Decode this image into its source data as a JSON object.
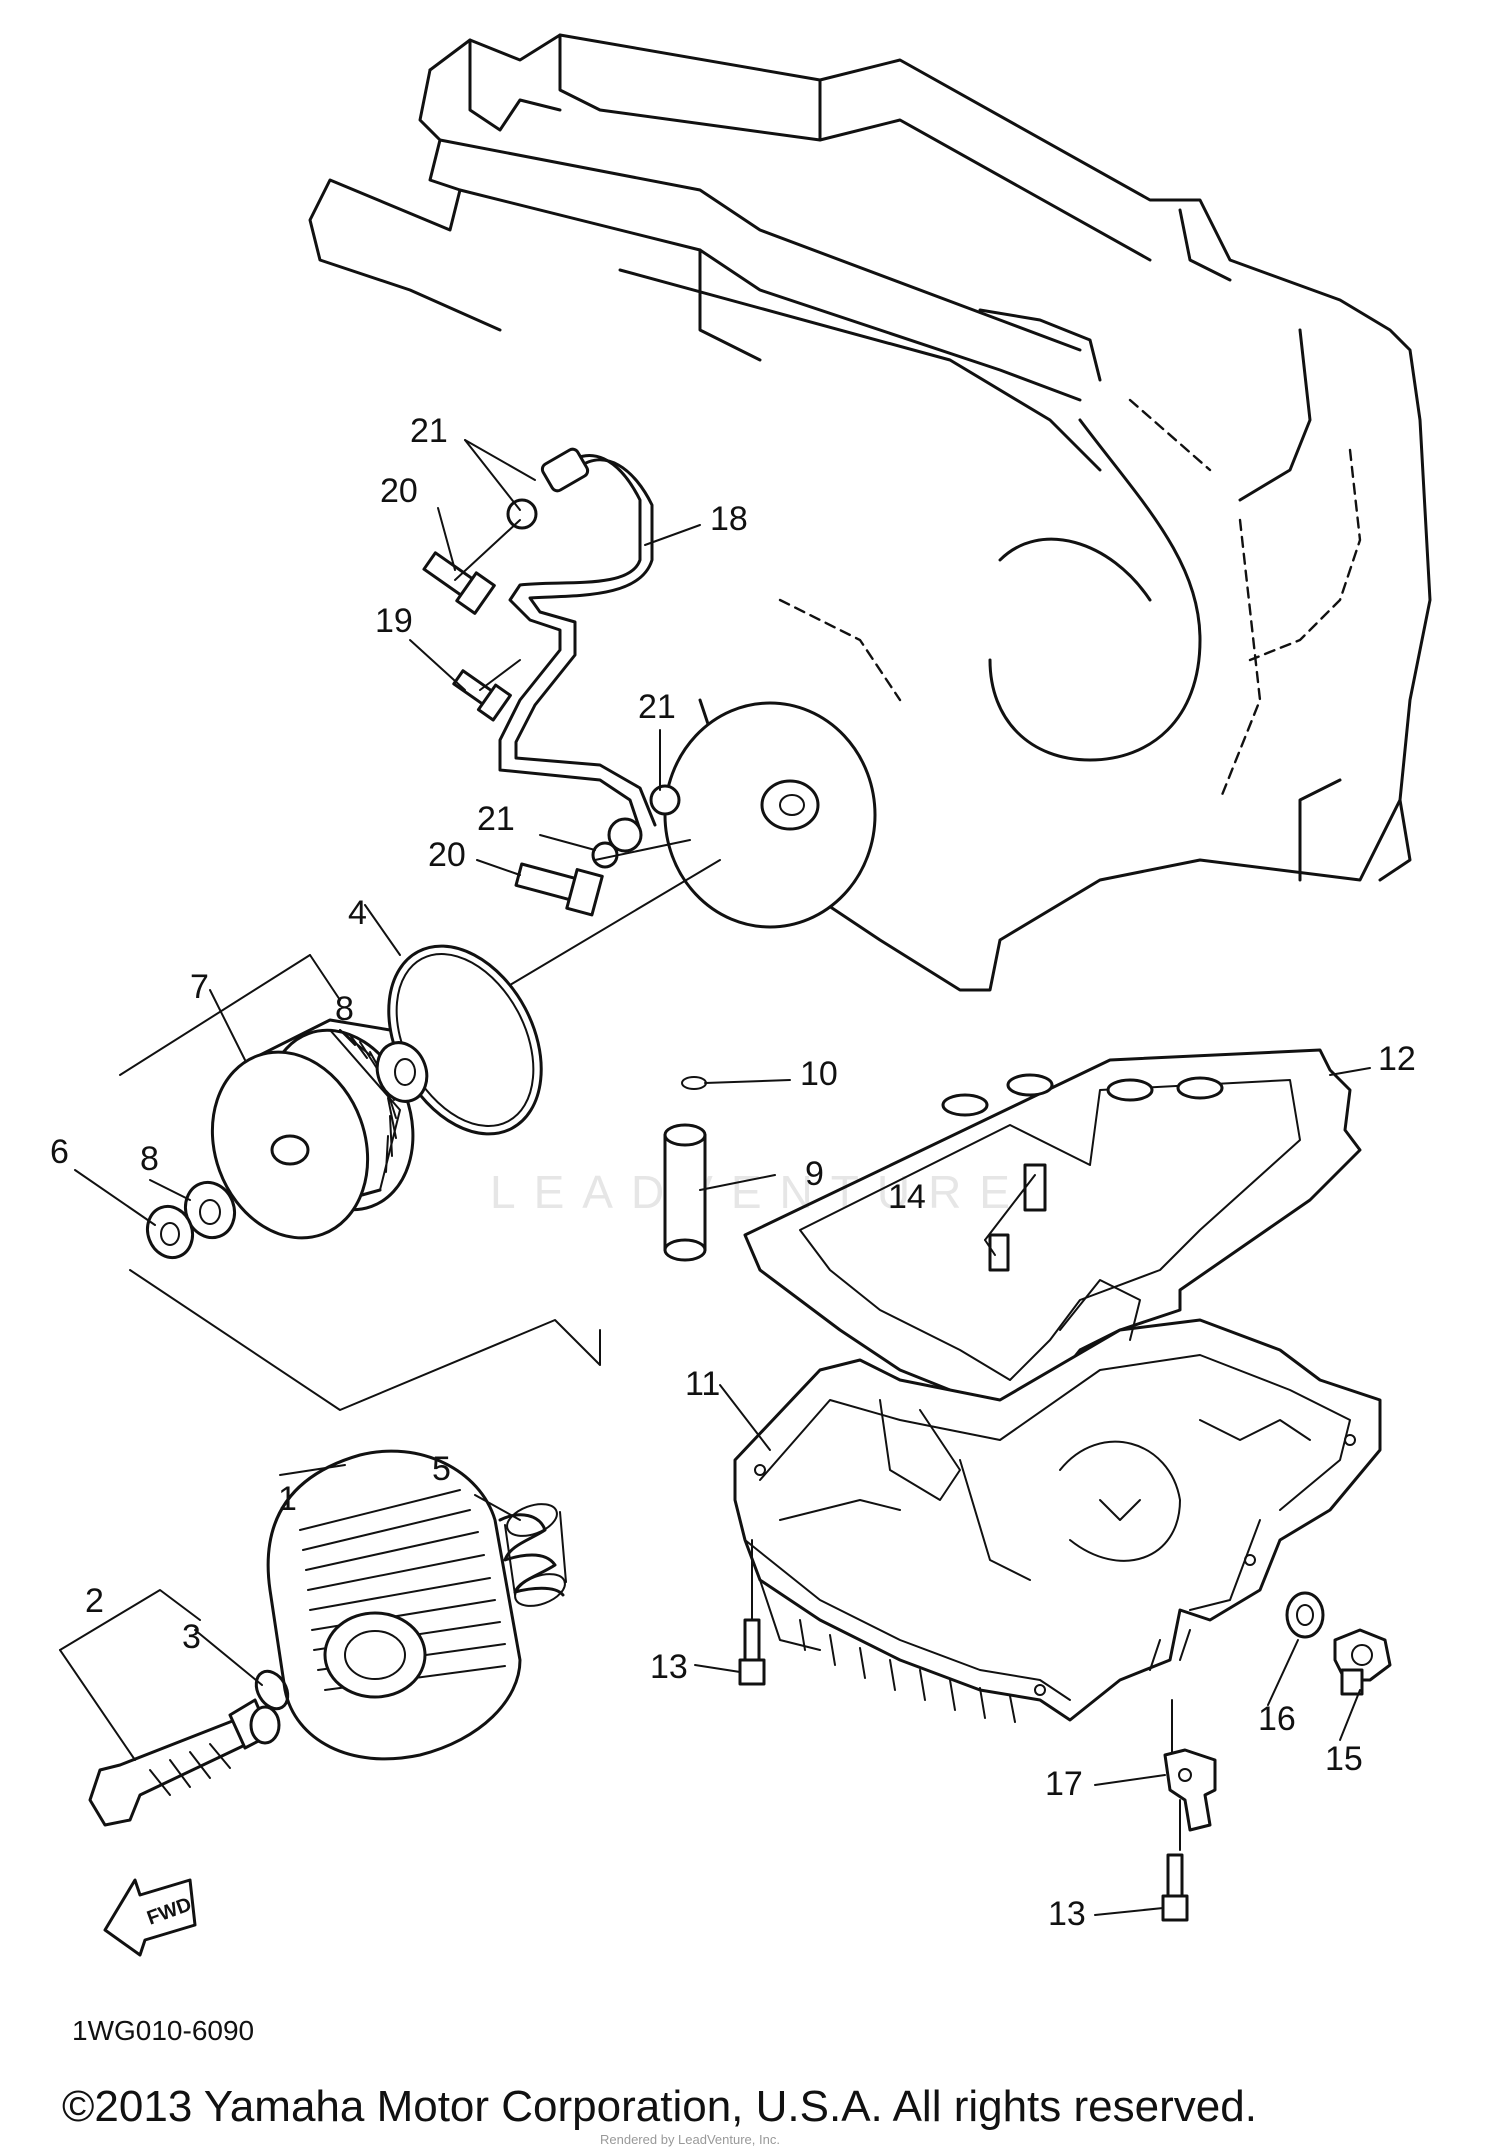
{
  "diagram": {
    "code": "1WG010-6090",
    "fwd_label": "FWD",
    "callouts": [
      "1",
      "2",
      "3",
      "4",
      "5",
      "6",
      "7",
      "8",
      "8",
      "9",
      "10",
      "11",
      "12",
      "13",
      "13",
      "14",
      "15",
      "16",
      "17",
      "18",
      "19",
      "20",
      "20",
      "21",
      "21",
      "21"
    ]
  },
  "watermark": "LEADVENTURE",
  "footer": {
    "copyright": "©2013 Yamaha Motor Corporation, U.S.A. All rights reserved.",
    "render_note": "Rendered by LeadVenture, Inc."
  }
}
